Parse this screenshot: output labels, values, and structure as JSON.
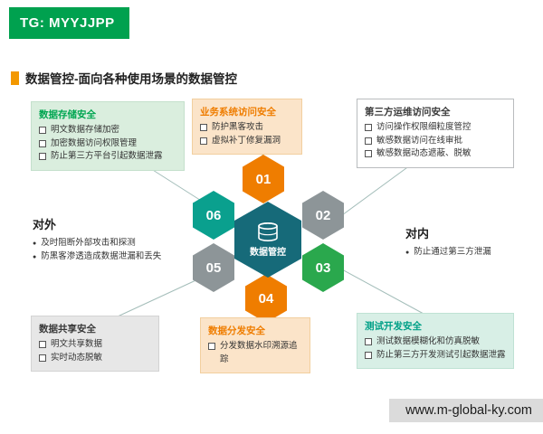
{
  "badge": {
    "text": "TG: MYYJJPP"
  },
  "title": "数据管控-面向各种使用场景的数据管控",
  "center": {
    "label": "数据管控",
    "color": "#166a79"
  },
  "hexagons": [
    {
      "num": "01",
      "color": "#ef7d00"
    },
    {
      "num": "02",
      "color": "#8d9598"
    },
    {
      "num": "03",
      "color": "#2aa84d"
    },
    {
      "num": "04",
      "color": "#ef7d00"
    },
    {
      "num": "05",
      "color": "#8d9598"
    },
    {
      "num": "06",
      "color": "#0aa08e"
    }
  ],
  "boxes": {
    "storage": {
      "title": "数据存储安全",
      "items": [
        "明文数据存储加密",
        "加密数据访问权限管理",
        "防止第三方平台引起数据泄露"
      ]
    },
    "business": {
      "title": "业务系统访问安全",
      "items": [
        "防护黑客攻击",
        "虚拟补丁修复漏洞"
      ]
    },
    "thirdparty": {
      "title": "第三方运维访问安全",
      "items": [
        "访问操作权限细粒度管控",
        "敏感数据访问在线审批",
        "敏感数据动态遮蔽、脱敏"
      ]
    },
    "share": {
      "title": "数据共享安全",
      "items": [
        "明文共享数据",
        "实时动态脱敏"
      ]
    },
    "distribute": {
      "title": "数据分发安全",
      "items": [
        "分发数据水印溯源追踪"
      ]
    },
    "testdev": {
      "title": "测试开发安全",
      "items": [
        "测试数据模糊化和仿真脱敏",
        "防止第三方开发测试引起数据泄露"
      ]
    }
  },
  "external": {
    "title": "对外",
    "items": [
      "及时阻断外部攻击和探测",
      "防黑客渗透造成数据泄漏和丢失"
    ]
  },
  "internal": {
    "title": "对内",
    "items": [
      "防止通过第三方泄漏"
    ]
  },
  "icons": {
    "bullet": "●"
  },
  "colors": {
    "badge_green": "#00a14f",
    "accent_orange": "#ef7d00",
    "gray": "#8d9598",
    "bright_green": "#2aa84d",
    "teal": "#0aa08e",
    "center_teal": "#166a79"
  },
  "watermark": "www.m-global-ky.com"
}
